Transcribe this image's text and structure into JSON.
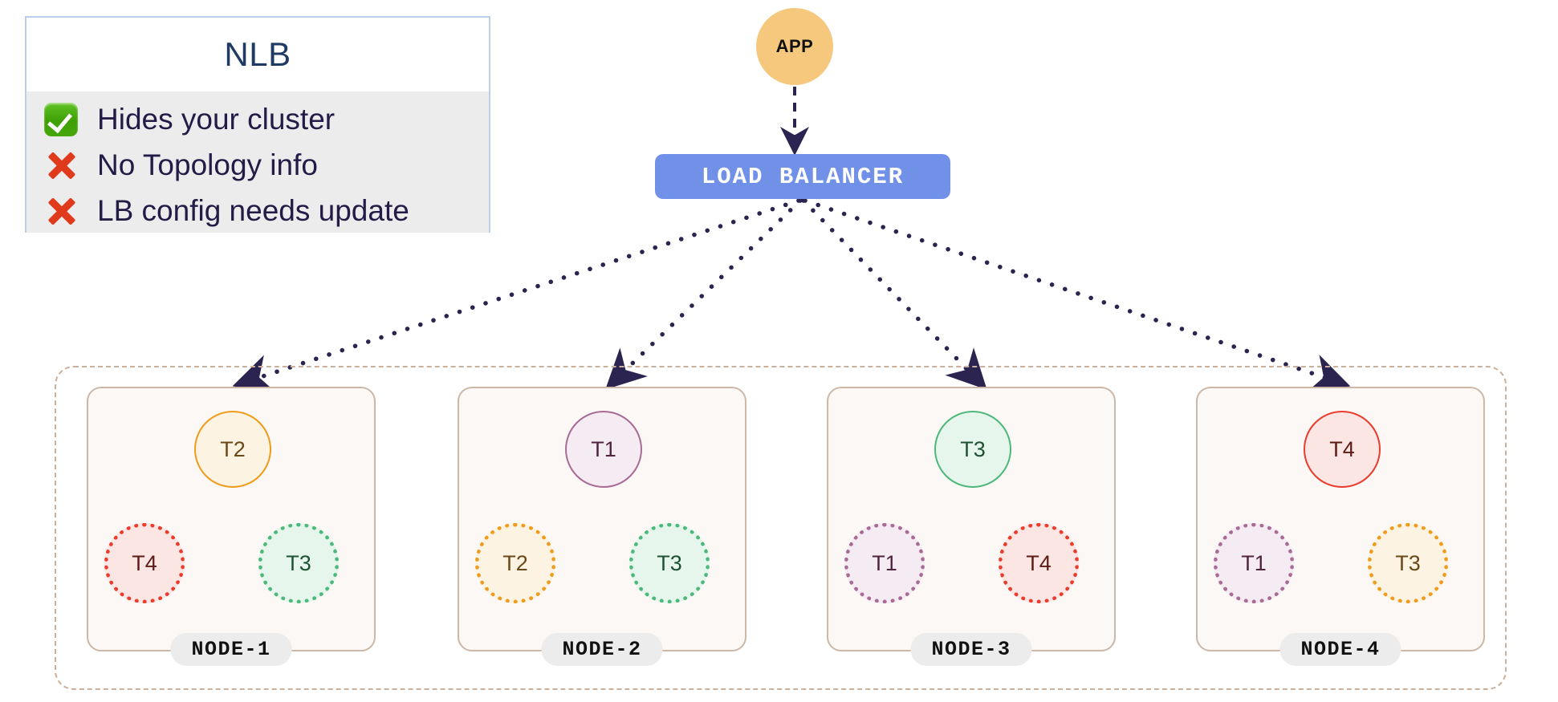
{
  "legend": {
    "title": "NLB",
    "rows": [
      {
        "icon": "check-icon",
        "status": "yes",
        "text": "Hides your cluster"
      },
      {
        "icon": "cross-icon",
        "status": "no",
        "text": "No Topology info"
      },
      {
        "icon": "cross-icon",
        "status": "no",
        "text": "LB config needs update"
      }
    ]
  },
  "app": {
    "label": "APP"
  },
  "load_balancer": {
    "label": "LOAD  BALANCER"
  },
  "cluster": {
    "nodes": [
      {
        "label": "NODE-1",
        "pods": [
          {
            "label": "T2",
            "role": "primary",
            "color": "orange",
            "position": "top"
          },
          {
            "label": "T4",
            "role": "replica",
            "color": "red",
            "position": "bottom-left"
          },
          {
            "label": "T3",
            "role": "replica",
            "color": "green",
            "position": "bottom-right"
          }
        ]
      },
      {
        "label": "NODE-2",
        "pods": [
          {
            "label": "T1",
            "role": "primary",
            "color": "purple",
            "position": "top"
          },
          {
            "label": "T2",
            "role": "replica",
            "color": "orange",
            "position": "bottom-left"
          },
          {
            "label": "T3",
            "role": "replica",
            "color": "green",
            "position": "bottom-right"
          }
        ]
      },
      {
        "label": "NODE-3",
        "pods": [
          {
            "label": "T3",
            "role": "primary",
            "color": "green",
            "position": "top"
          },
          {
            "label": "T1",
            "role": "replica",
            "color": "purple",
            "position": "bottom-left"
          },
          {
            "label": "T4",
            "role": "replica",
            "color": "red",
            "position": "bottom-right"
          }
        ]
      },
      {
        "label": "NODE-4",
        "pods": [
          {
            "label": "T4",
            "role": "primary",
            "color": "red",
            "position": "top"
          },
          {
            "label": "T1",
            "role": "replica",
            "color": "purple",
            "position": "bottom-left"
          },
          {
            "label": "T3",
            "role": "replica",
            "color": "orange",
            "position": "bottom-right"
          }
        ]
      }
    ]
  },
  "colors": {
    "app_fill": "#f5c87e",
    "lb_fill": "#7190e8",
    "arrow": "#2b2450",
    "legend_border": "#b9cfea",
    "legend_body_bg": "#ececec",
    "node_border": "#cdb7a6",
    "node_fill": "#fbf8f5",
    "cluster_border": "#cbb09b",
    "check_green": "#3fa004",
    "cross_red": "#e03a1c"
  }
}
